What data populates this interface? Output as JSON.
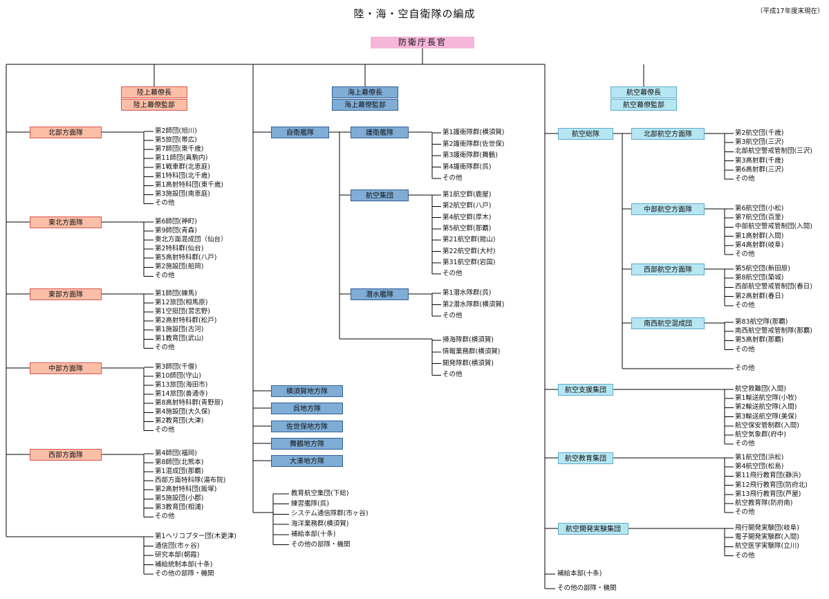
{
  "title": "陸・海・空自衛隊の編成",
  "date_note": "（平成17年度末現在）",
  "top": "防衛庁長官",
  "gsdf": {
    "hq": [
      "陸上幕僚長",
      "陸上幕僚監部"
    ],
    "armies": [
      {
        "name": "北部方面隊",
        "units": [
          "第2師団(旭川)",
          "第5旅団(帯広)",
          "第7師団(東千歳)",
          "第11師団(真駒内)",
          "第1戦車群(北恵庭)",
          "第1特科団(北千歳)",
          "第1高射特科団(東千歳)",
          "第3施設団(南恵庭)",
          "その他"
        ]
      },
      {
        "name": "東北方面隊",
        "units": [
          "第6師団(神町)",
          "第9師団(青森)",
          "東北方面混成団（仙台）",
          "第2特科群(仙台)",
          "第5高射特科群(八戸)",
          "第2施設団(船岡)",
          "その他"
        ]
      },
      {
        "name": "東部方面隊",
        "units": [
          "第1師団(練馬)",
          "第12旅団(相馬原)",
          "第1空挺団(習志野)",
          "第2高射特科群(松戸)",
          "第1施設団(古河)",
          "第1教育団(武山)",
          "その他"
        ]
      },
      {
        "name": "中部方面隊",
        "units": [
          "第3師団(千僧)",
          "第10師団(守山)",
          "第13旅団(海田市)",
          "第14旅団(善通寺)",
          "第8高射特科群(青野原)",
          "第4施設団(大久保)",
          "第2教育団(大津)",
          "その他"
        ]
      },
      {
        "name": "西部方面隊",
        "units": [
          "第4師団(福岡)",
          "第8師団(北熊本)",
          "第1混成団(那覇)",
          "西部方面特科隊(湯布院)",
          "第2高射特科団(飯塚)",
          "第5施設団(小郡)",
          "第3教育団(相浦)",
          "その他"
        ]
      }
    ],
    "others": [
      "第1ヘリコプター団(木更津)",
      "通信団(市ヶ谷)",
      "研究本部(朝霞)",
      "補給統制本部(十条)",
      "その他の部隊・機関"
    ]
  },
  "msdf": {
    "hq": [
      "海上幕僚長",
      "海上幕僚監部"
    ],
    "fleet": "自衛艦隊",
    "groups": [
      {
        "name": "護衛艦隊",
        "units": [
          "第1護衛隊群(横須賀)",
          "第2護衛隊群(佐世保)",
          "第3護衛隊群(舞鶴)",
          "第4護衛隊群(呉)",
          "その他"
        ]
      },
      {
        "name": "航空集団",
        "units": [
          "第1航空群(鹿屋)",
          "第2航空群(八戸)",
          "第4航空群(厚木)",
          "第5航空群(那覇)",
          "第21航空群(館山)",
          "第22航空群(大村)",
          "第31航空群(岩国)",
          "その他"
        ]
      },
      {
        "name": "潜水艦隊",
        "units": [
          "第1潜水隊群(呉)",
          "第2潜水隊群(横須賀)",
          "その他"
        ]
      }
    ],
    "fleet_others": [
      "掃海隊群(横須賀)",
      "情報業務群(横須賀)",
      "開発隊群(横須賀)",
      "その他"
    ],
    "districts": [
      "横須賀地方隊",
      "呉地方隊",
      "佐世保地方隊",
      "舞鶴地方隊",
      "大湊地方隊"
    ],
    "others": [
      "教育航空集団(下総)",
      "練習艦隊(呉)",
      "システム通信隊群(市ヶ谷)",
      "海洋業務群(横須賀)",
      "補給本部(十条)",
      "その他の部隊・機関"
    ]
  },
  "asdf": {
    "hq": [
      "航空幕僚長",
      "航空幕僚監部"
    ],
    "adc": "航空総隊",
    "forces": [
      {
        "name": "北部航空方面隊",
        "units": [
          "第2航空団(千歳)",
          "第3航空団(三沢)",
          "北部航空警戒管制団(三沢)",
          "第3高射群(千歳)",
          "第6高射群(三沢)",
          "その他"
        ]
      },
      {
        "name": "中部航空方面隊",
        "units": [
          "第6航空団(小松)",
          "第7航空団(百里)",
          "中部航空警戒管制団(入間)",
          "第1高射群(入間)",
          "第4高射群(岐阜)",
          "その他"
        ]
      },
      {
        "name": "西部航空方面隊",
        "units": [
          "第5航空団(新田原)",
          "第8航空団(築城)",
          "西部航空警戒管制団(春日)",
          "第2高射群(春日)",
          "その他"
        ]
      },
      {
        "name": "南西航空混成団",
        "units": [
          "第83航空隊(那覇)",
          "南西航空警戒管制隊(那覇)",
          "第5高射群(那覇)",
          "その他"
        ]
      }
    ],
    "adc_other": "その他",
    "commands": [
      {
        "name": "航空支援集団",
        "units": [
          "航空救難団(入間)",
          "第1輸送航空隊(小牧)",
          "第2輸送航空隊(入間)",
          "第3輸送航空隊(美保)",
          "航空保安管制群(入間)",
          "航空気象群(府中)",
          "その他"
        ]
      },
      {
        "name": "航空教育集団",
        "units": [
          "第1航空団(浜松)",
          "第4航空団(松島)",
          "第11飛行教育団(静浜)",
          "第12飛行教育団(防府北)",
          "第13飛行教育団(芦屋)",
          "航空教育隊(防府南)",
          "その他"
        ]
      },
      {
        "name": "航空開発実験集団",
        "units": [
          "飛行開発実験団(岐阜)",
          "電子開発実験群(入間)",
          "航空医学実験隊(立川)",
          "その他"
        ]
      }
    ],
    "others": [
      "補給本部(十条)",
      "その他の部隊・機関"
    ]
  }
}
